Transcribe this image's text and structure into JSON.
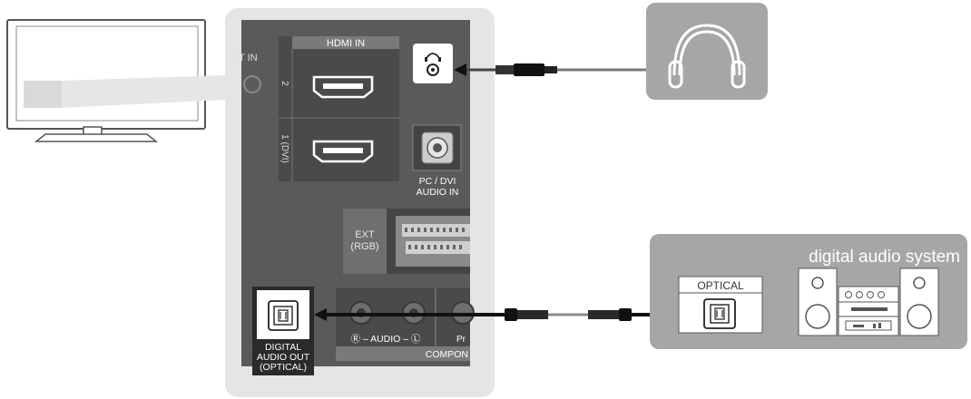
{
  "panel": {
    "hdmi_header": "HDMI IN",
    "hdmi_port_2": "2",
    "hdmi_port_1": "1 (DVI)",
    "partial_label": "IT IN",
    "pc_dvi_line1": "PC / DVI",
    "pc_dvi_line2": "AUDIO IN",
    "ext_line1": "EXT",
    "ext_line2": "(RGB)",
    "optical_out_line1": "DIGITAL",
    "optical_out_line2": "AUDIO OUT",
    "optical_out_line3": "(OPTICAL)",
    "audio_label": "Ⓡ – AUDIO – Ⓛ",
    "pr_label": "Pr",
    "component_label": "COMPON"
  },
  "audio_system": {
    "title": "digital audio system",
    "optical_label": "OPTICAL"
  },
  "icons": {
    "tv": "tv-icon",
    "headphones": "headphones-icon",
    "headphone_port": "headphone-jack-icon",
    "stereo": "stereo-system-icon"
  },
  "colors": {
    "panel_bg": "#e5e5e5",
    "panel_dark": "#5a5a5a",
    "panel_mid": "#7a7a7a",
    "device_bg": "#a6a6a6",
    "cable": "#1a1a1a"
  }
}
